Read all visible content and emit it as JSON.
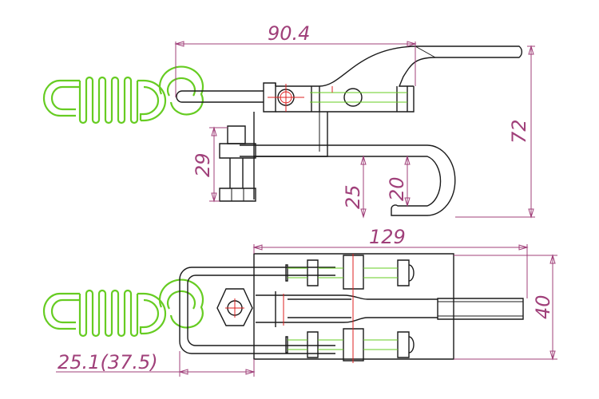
{
  "dimensions": {
    "width_label": "90.4",
    "height_label": "72",
    "bolt_label": "29",
    "hook_label": "25",
    "hook_inner_label": "20",
    "length_label": "129",
    "depth_label": "40",
    "reach_label": "25.1(37.5)"
  },
  "colors": {
    "outline": "#1a1a1a",
    "dimension": "#a0407a",
    "spring": "#66cc22",
    "centerline": "#dd2222"
  }
}
